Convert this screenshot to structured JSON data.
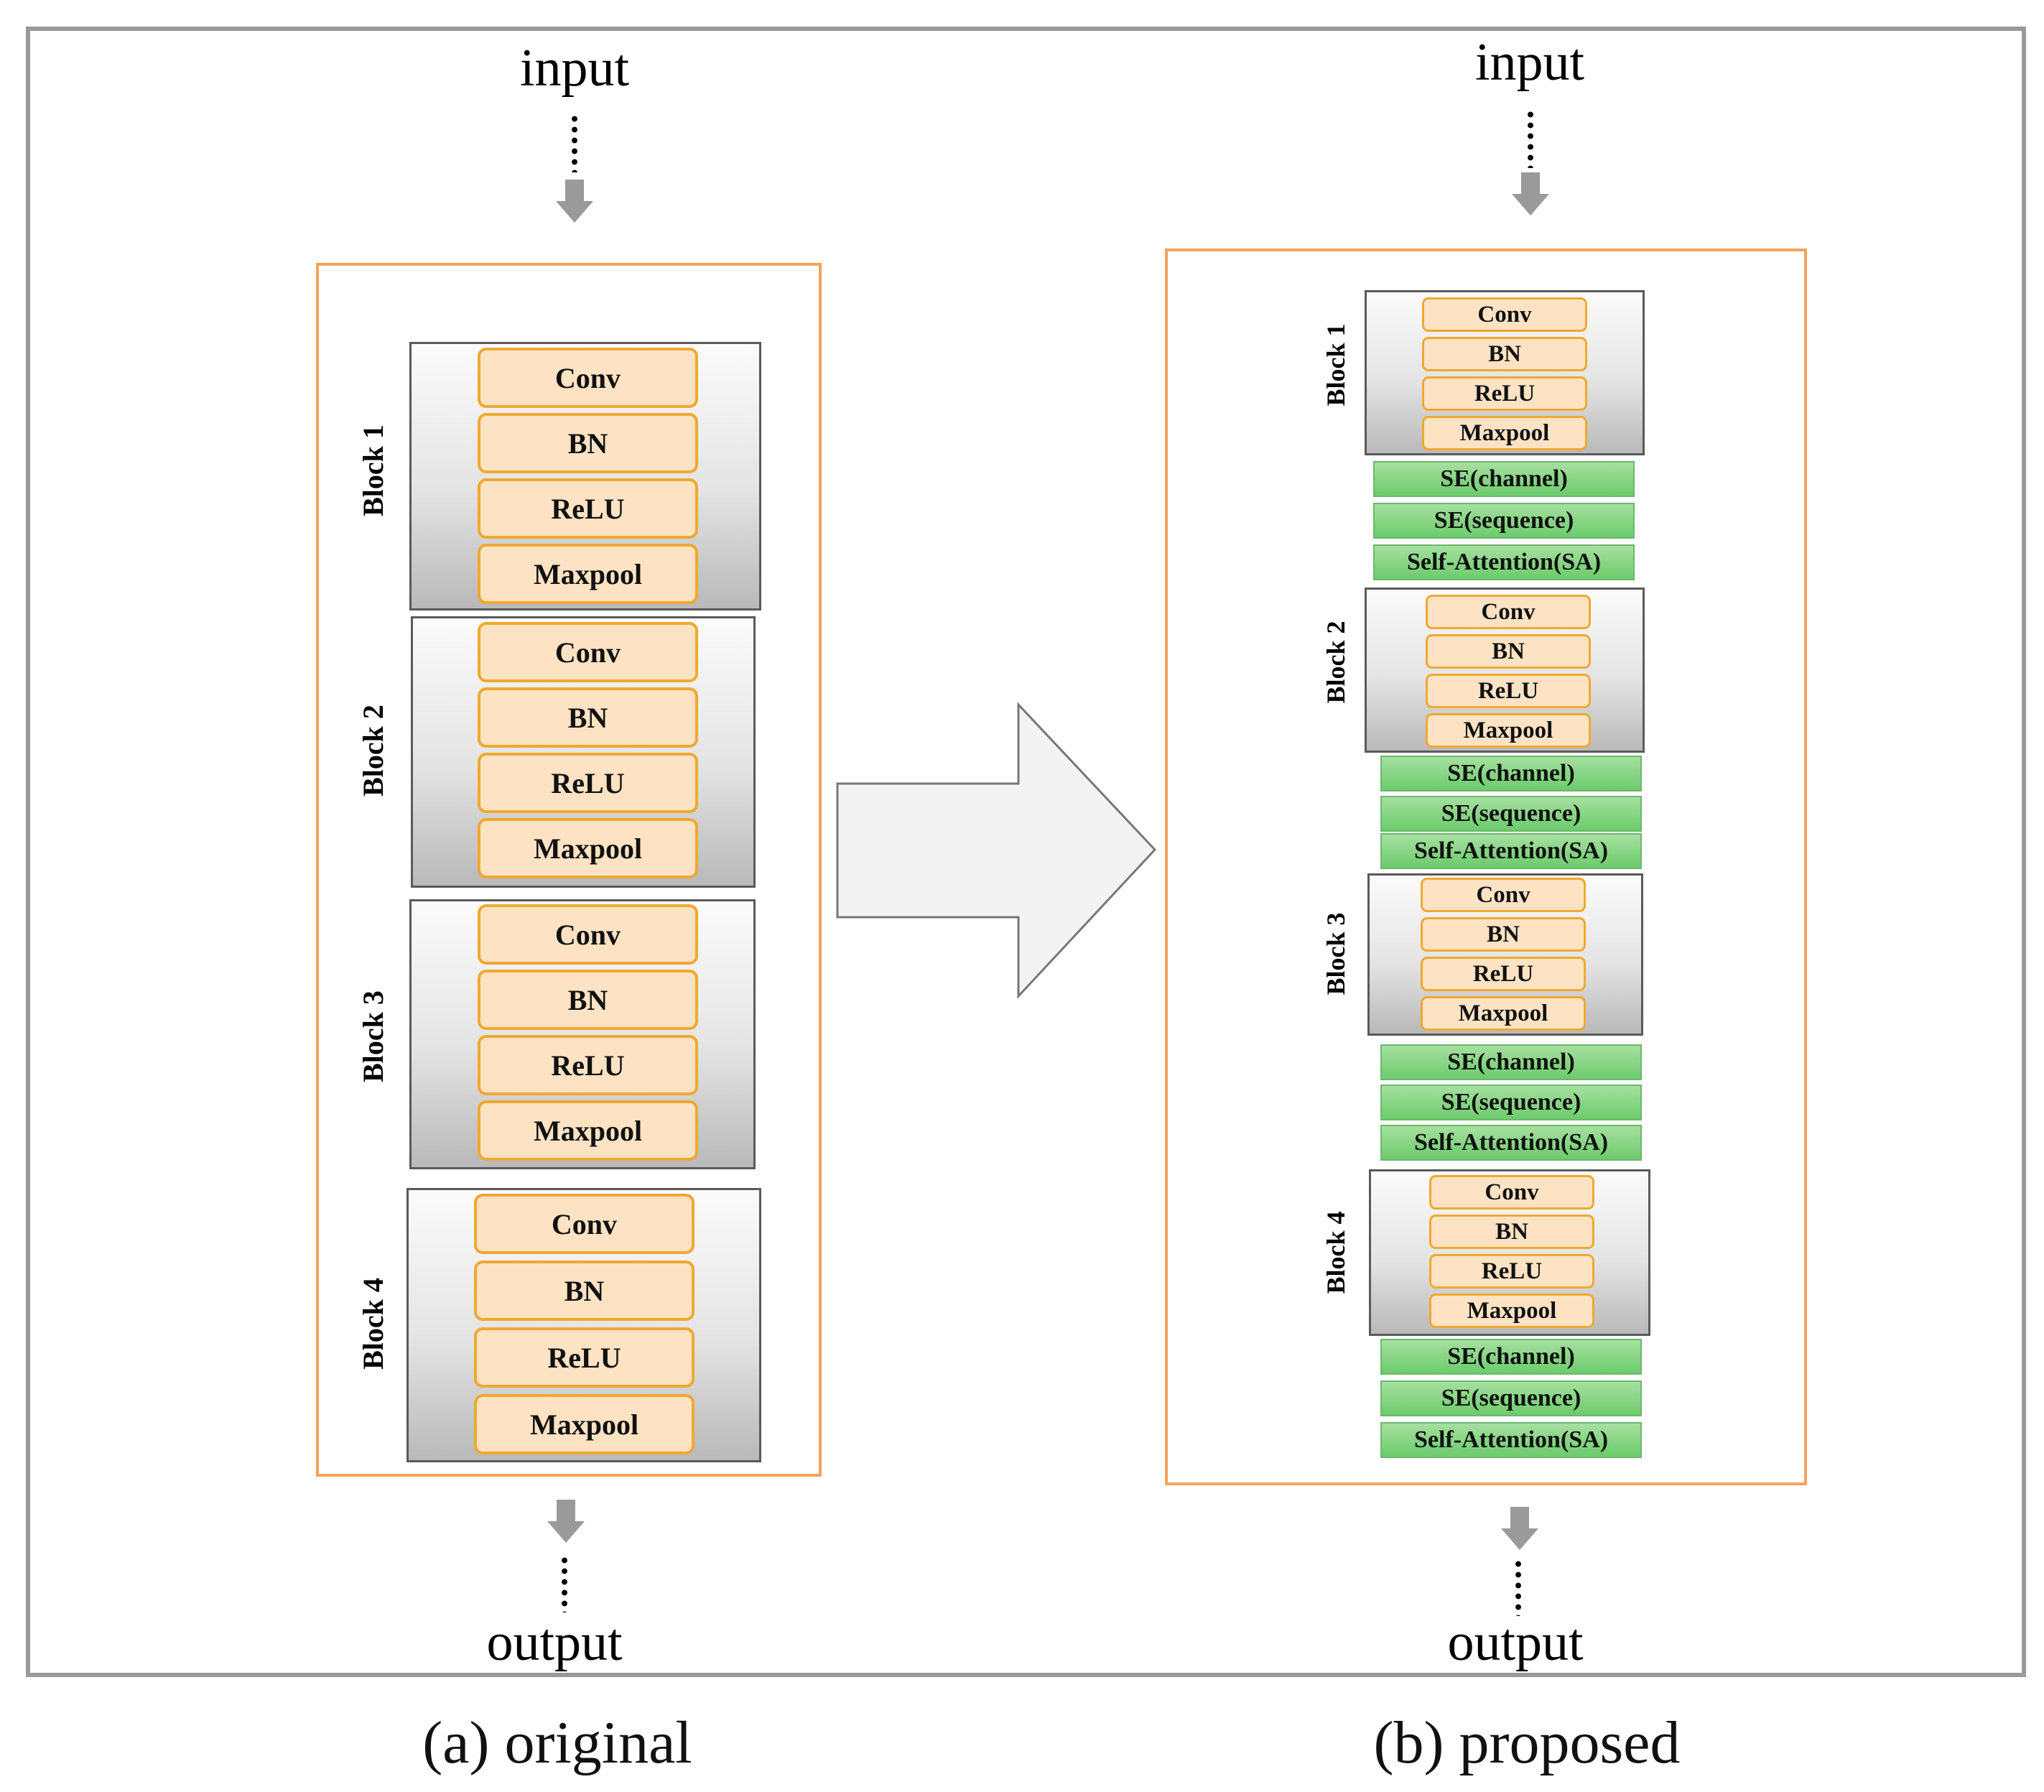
{
  "original": {
    "input": "input",
    "output": "output",
    "caption": "(a) original",
    "blocks": [
      {
        "label": "Block 1",
        "layers": [
          "Conv",
          "BN",
          "ReLU",
          "Maxpool"
        ]
      },
      {
        "label": "Block 2",
        "layers": [
          "Conv",
          "BN",
          "ReLU",
          "Maxpool"
        ]
      },
      {
        "label": "Block 3",
        "layers": [
          "Conv",
          "BN",
          "ReLU",
          "Maxpool"
        ]
      },
      {
        "label": "Block 4",
        "layers": [
          "Conv",
          "BN",
          "ReLU",
          "Maxpool"
        ]
      }
    ]
  },
  "proposed": {
    "input": "input",
    "output": "output",
    "caption": "(b) proposed",
    "blocks": [
      {
        "label": "Block 1",
        "layers": [
          "Conv",
          "BN",
          "ReLU",
          "Maxpool"
        ],
        "attention": [
          "SE(channel)",
          "SE(sequence)",
          "Self-Attention(SA)"
        ]
      },
      {
        "label": "Block 2",
        "layers": [
          "Conv",
          "BN",
          "ReLU",
          "Maxpool"
        ],
        "attention": [
          "SE(channel)",
          "SE(sequence)",
          "Self-Attention(SA)"
        ]
      },
      {
        "label": "Block 3",
        "layers": [
          "Conv",
          "BN",
          "ReLU",
          "Maxpool"
        ],
        "attention": [
          "SE(channel)",
          "SE(sequence)",
          "Self-Attention(SA)"
        ]
      },
      {
        "label": "Block 4",
        "layers": [
          "Conv",
          "BN",
          "ReLU",
          "Maxpool"
        ],
        "attention": [
          "SE(channel)",
          "SE(sequence)",
          "Self-Attention(SA)"
        ]
      }
    ]
  },
  "colors": {
    "frame": "#999999",
    "panel_border": "#f4a35c",
    "layer_fill": "#fde3c4",
    "layer_border": "#f0a830",
    "attention_fill": "#8fd68a",
    "arrow_gray": "#9a9a9a"
  },
  "icons": {
    "transform_arrow": "right-arrow-icon",
    "flow_arrow": "down-arrow-icon"
  }
}
